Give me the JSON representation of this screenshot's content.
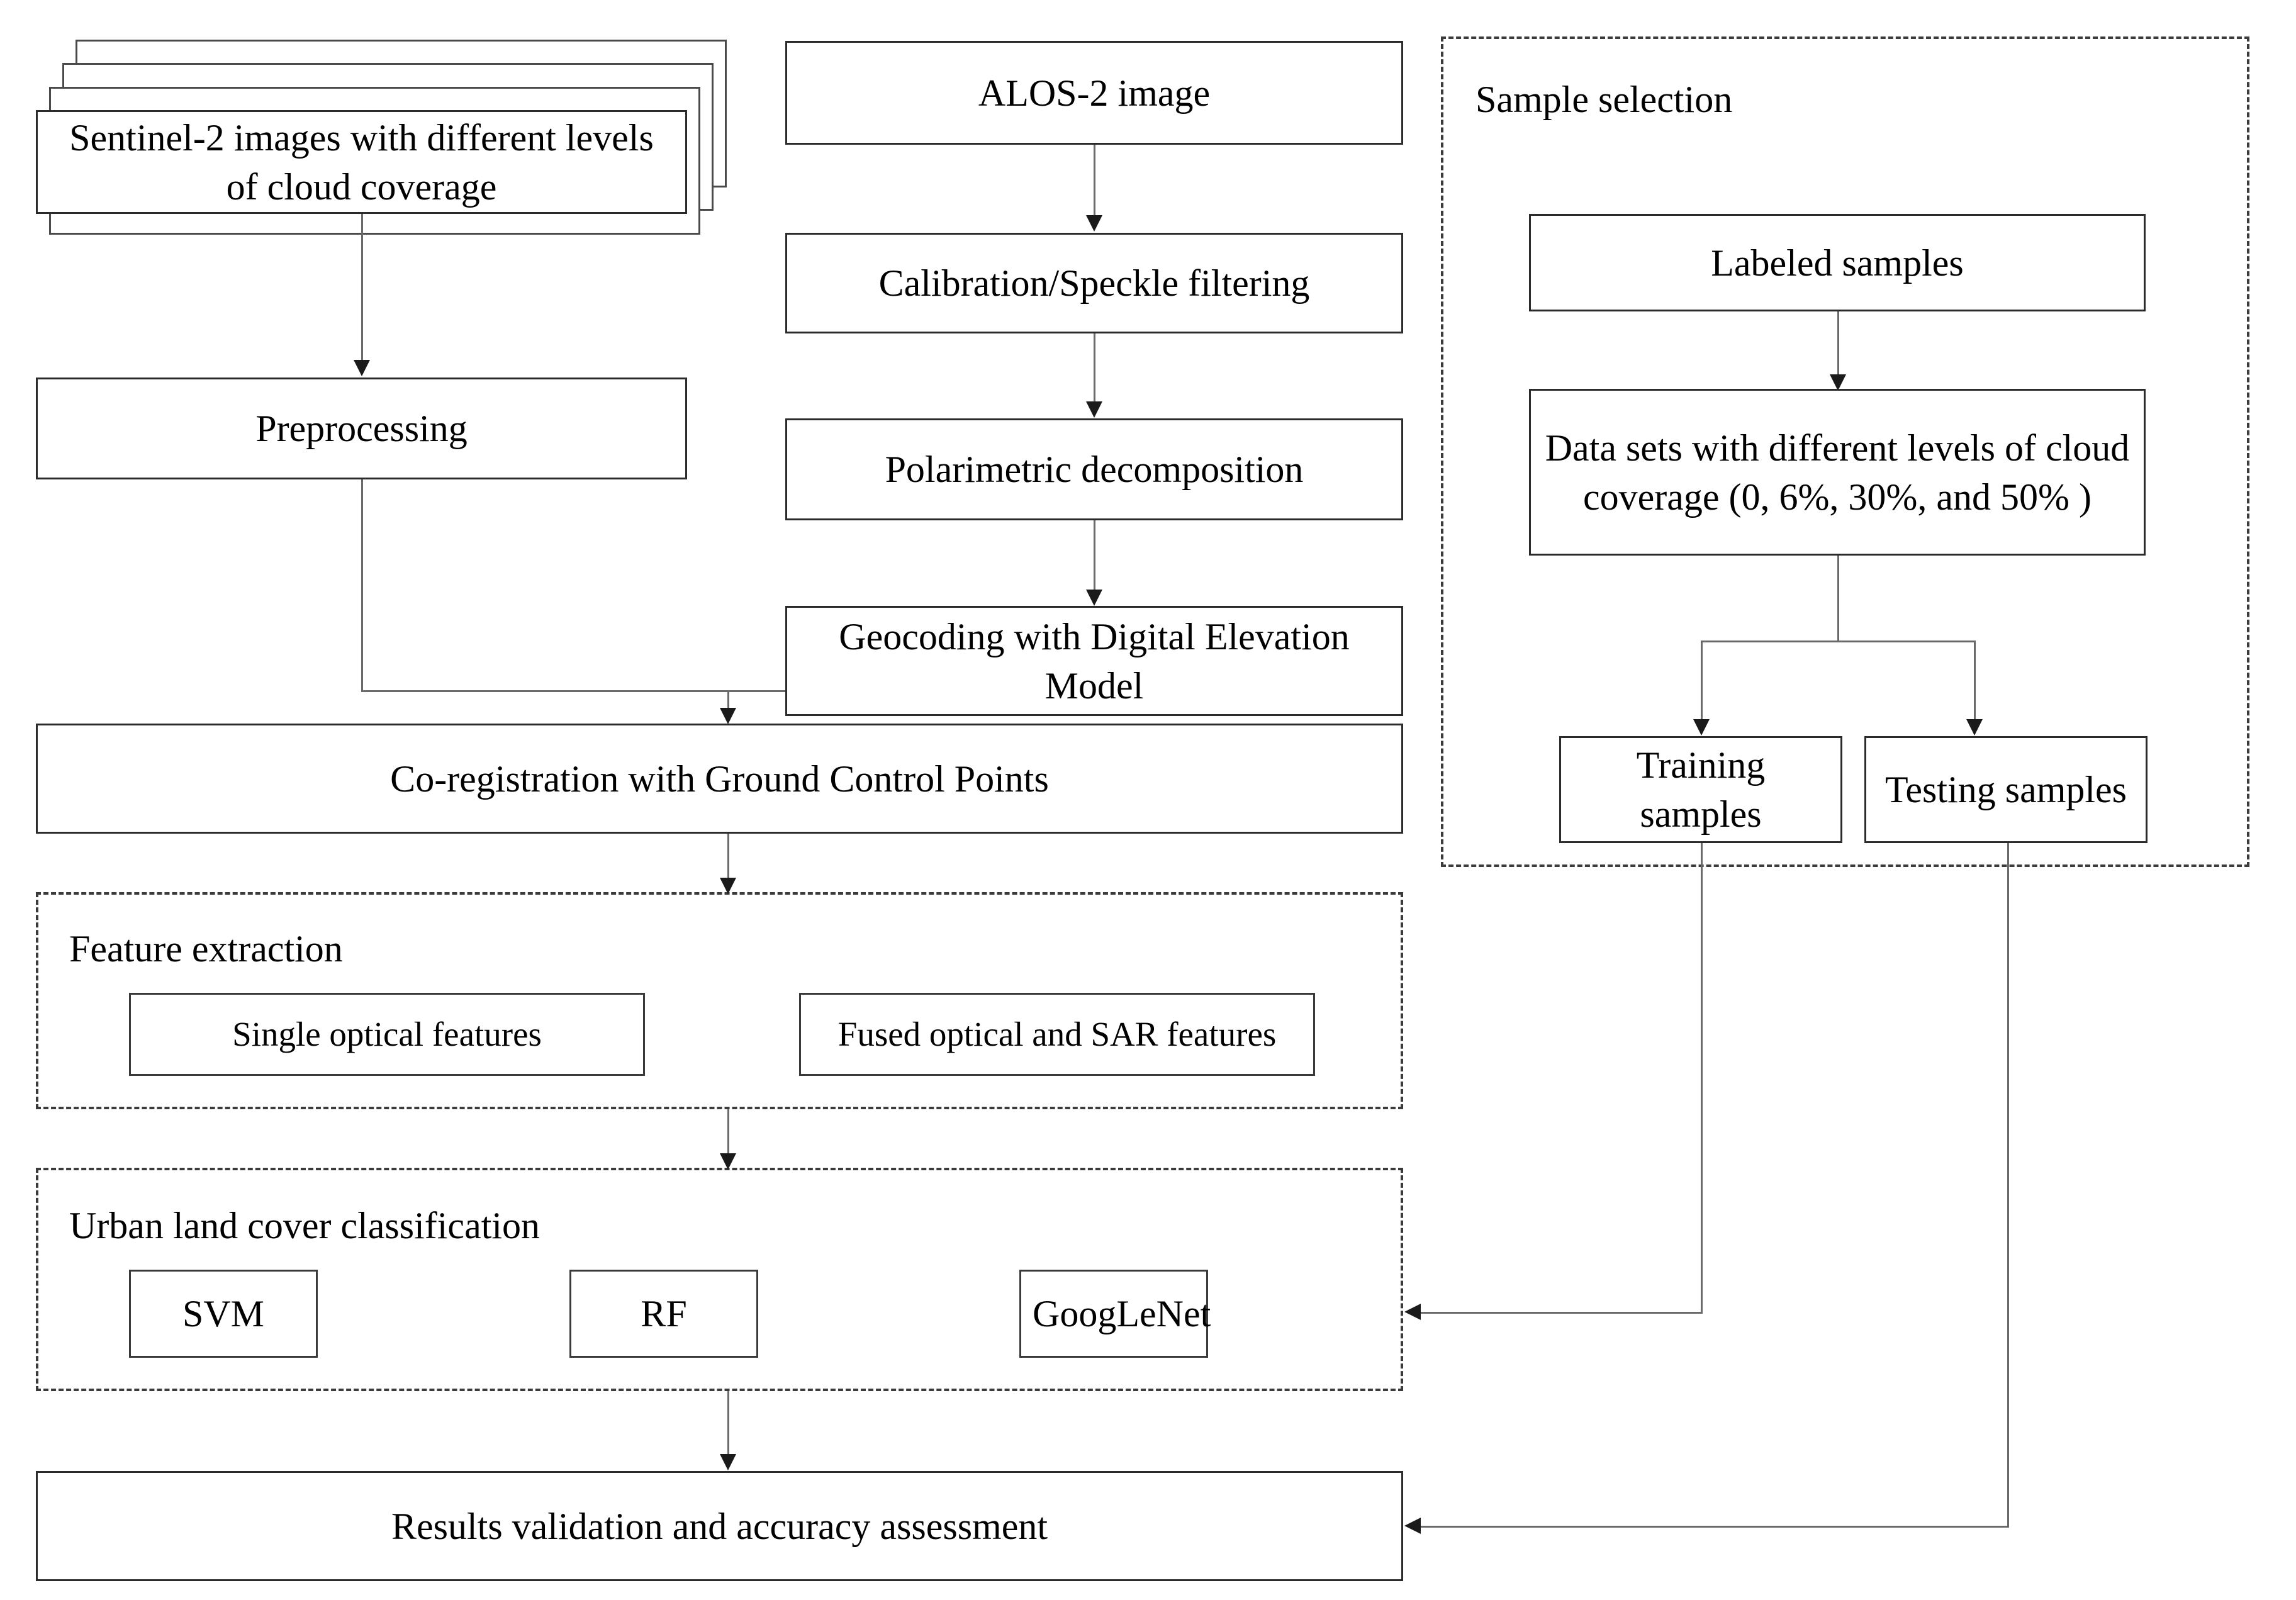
{
  "diagram": {
    "title": "Urban land cover classification methodology flowchart",
    "nodes": {
      "sentinel": "Sentinel-2 images with different levels of cloud coverage",
      "alos": "ALOS-2 image",
      "calibration": "Calibration/Speckle filtering",
      "polarimetric": "Polarimetric decomposition",
      "geocoding": "Geocoding with Digital Elevation Model",
      "preprocessing": "Preprocessing",
      "coregistration": "Co-registration with Ground Control Points",
      "single_optical": "Single optical features",
      "fused_features": "Fused optical and SAR features",
      "svm": "SVM",
      "rf": "RF",
      "googlenet": "GoogLeNet",
      "results": "Results validation and accuracy assessment",
      "labeled_samples": "Labeled samples",
      "data_sets": "Data sets with different levels of cloud coverage (0, 6%, 30%, and 50% )",
      "training_samples": "Training samples",
      "testing_samples": "Testing samples"
    },
    "panels": {
      "sample_selection": "Sample selection",
      "feature_extraction": "Feature extraction",
      "urban_classification": "Urban land cover classification"
    },
    "colors": {
      "box_border": "#2b2b2b",
      "panel_border": "#3b3b3b",
      "connector": "#6a6a6a",
      "arrow": "#1a1a1a",
      "background": "#ffffff",
      "text": "#000000"
    },
    "cloud_coverage_levels": [
      "0",
      "6%",
      "30%",
      "50%"
    ],
    "classifiers": [
      "SVM",
      "RF",
      "GoogLeNet"
    ],
    "feature_types": [
      "Single optical features",
      "Fused optical and SAR features"
    ],
    "sample_splits": [
      "Training samples",
      "Testing samples"
    ],
    "stacked_sheet_count": 4
  }
}
